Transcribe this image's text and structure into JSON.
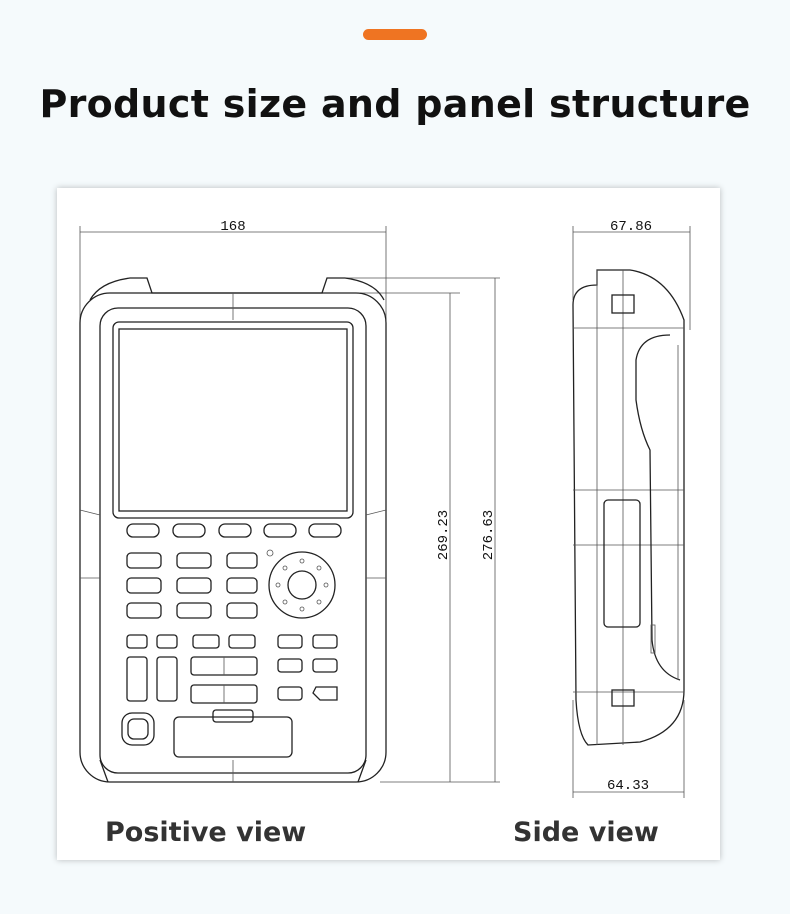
{
  "header": {
    "title": "Product size and panel structure"
  },
  "views": {
    "front_label": "Positive view",
    "side_label": "Side view"
  },
  "dimensions": {
    "width": "168",
    "height_inner": "269.23",
    "height_outer": "276.63",
    "depth_top": "67.86",
    "depth_bottom": "64.33"
  },
  "colors": {
    "accent": "#ef7422"
  }
}
